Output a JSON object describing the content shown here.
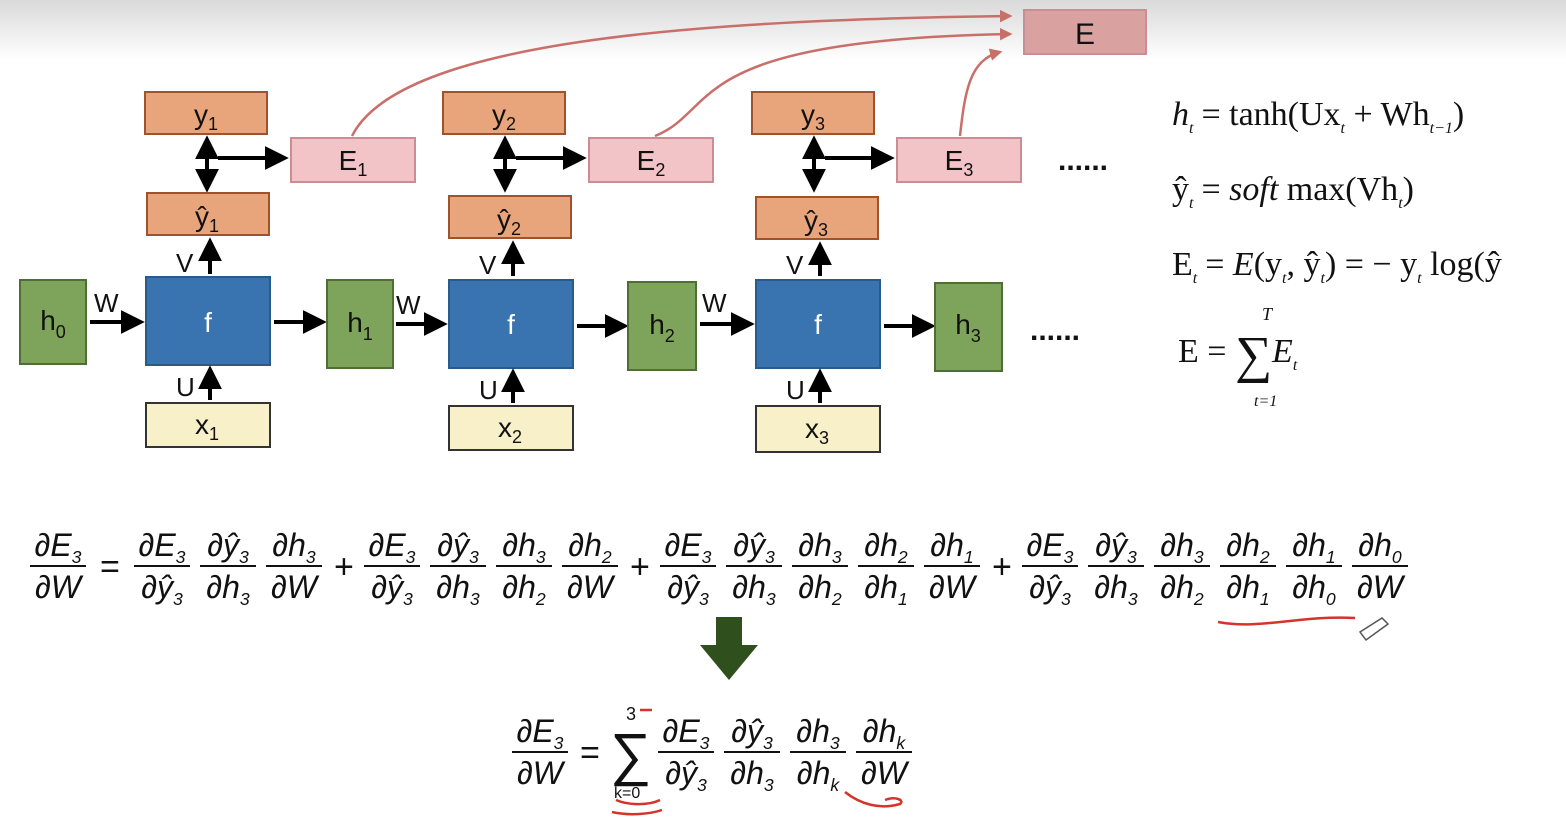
{
  "diagram": {
    "E_label": "E",
    "dots": "......",
    "steps": [
      {
        "h_prev": "h",
        "h_prev_sub": "0",
        "y": "y",
        "sub": "1",
        "yhat": "ŷ",
        "E": "E",
        "x": "x",
        "h": "h",
        "f": "f",
        "W": "W",
        "V": "V",
        "U": "U"
      },
      {
        "h_prev": "",
        "h_prev_sub": "",
        "y": "y",
        "sub": "2",
        "yhat": "ŷ",
        "E": "E",
        "x": "x",
        "h": "h",
        "f": "f",
        "W": "W",
        "V": "V",
        "U": "U"
      },
      {
        "h_prev": "",
        "h_prev_sub": "",
        "y": "y",
        "sub": "3",
        "yhat": "ŷ",
        "E": "E",
        "x": "x",
        "h": "h",
        "f": "f",
        "W": "W",
        "V": "V",
        "U": "U"
      }
    ]
  },
  "equations": {
    "ht_lhs": "h",
    "ht_rhs": "= tanh(Ux",
    "ht_rhs2": " + Wh",
    "ht_rhs2_sub": "t−1",
    "ht_close": ")",
    "yhat_lhs": "ŷ",
    "yhat_eq": "= ",
    "yhat_soft": "soft",
    "yhat_rest": " max(Vh",
    "yhat_close": ")",
    "Et_lhs": "E",
    "Et_rhs": "= ",
    "Et_E": "E",
    "Et_args": "(y",
    "Et_comma": ", ŷ",
    "Et_mid": ") = − y",
    "Et_log": " log(ŷ",
    "t": "t",
    "E_sum_lhs": "E = ",
    "E_sum_sym": "∑",
    "E_sum_top": "T",
    "E_sum_bot": "t=1",
    "E_sum_term": "E"
  },
  "chain_rule": {
    "lhs_num": "∂E",
    "lhs_den": "∂W",
    "plus": "+",
    "equals": "=",
    "terms": [
      [
        [
          "∂E",
          "3",
          "∂ŷ",
          "3"
        ],
        [
          "∂ŷ",
          "3",
          "∂h",
          "3"
        ],
        [
          "∂h",
          "3",
          "∂W",
          ""
        ]
      ],
      [
        [
          "∂E",
          "3",
          "∂ŷ",
          "3"
        ],
        [
          "∂ŷ",
          "3",
          "∂h",
          "3"
        ],
        [
          "∂h",
          "3",
          "∂h",
          "2"
        ],
        [
          "∂h",
          "2",
          "∂W",
          ""
        ]
      ],
      [
        [
          "∂E",
          "3",
          "∂ŷ",
          "3"
        ],
        [
          "∂ŷ",
          "3",
          "∂h",
          "3"
        ],
        [
          "∂h",
          "3",
          "∂h",
          "2"
        ],
        [
          "∂h",
          "2",
          "∂h",
          "1"
        ],
        [
          "∂h",
          "1",
          "∂W",
          ""
        ]
      ],
      [
        [
          "∂E",
          "3",
          "∂ŷ",
          "3"
        ],
        [
          "∂ŷ",
          "3",
          "∂h",
          "3"
        ],
        [
          "∂h",
          "3",
          "∂h",
          "2"
        ],
        [
          "∂h",
          "2",
          "∂h",
          "1"
        ],
        [
          "∂h",
          "1",
          "∂h",
          "0"
        ],
        [
          "∂h",
          "0",
          "∂W",
          ""
        ]
      ]
    ],
    "summary_sum": "∑",
    "summary_top": "3",
    "summary_bot": "k=0",
    "summary_terms": [
      [
        "∂E",
        "3",
        "∂ŷ",
        "3"
      ],
      [
        "∂ŷ",
        "3",
        "∂h",
        "3"
      ],
      [
        "∂h",
        "3",
        "∂h",
        "k"
      ],
      [
        "∂h",
        "k",
        "∂W",
        ""
      ]
    ],
    "sub3": "3"
  },
  "colors": {
    "y_fill": "#e8a57c",
    "y_stroke": "#a0522d",
    "E_fill": "#f2c4c8",
    "E_stroke": "#c98d93",
    "Etot_fill": "#d9a19f",
    "f_fill": "#3a74b0",
    "f_stroke": "#2a5a8a",
    "h_fill": "#7ea35a",
    "h_stroke": "#4f6e35",
    "x_fill": "#f8f0c8",
    "x_stroke": "#333333",
    "curve": "#c96f6a",
    "down_arrow": "#2f4f1c",
    "annot_red": "#d4342a"
  }
}
